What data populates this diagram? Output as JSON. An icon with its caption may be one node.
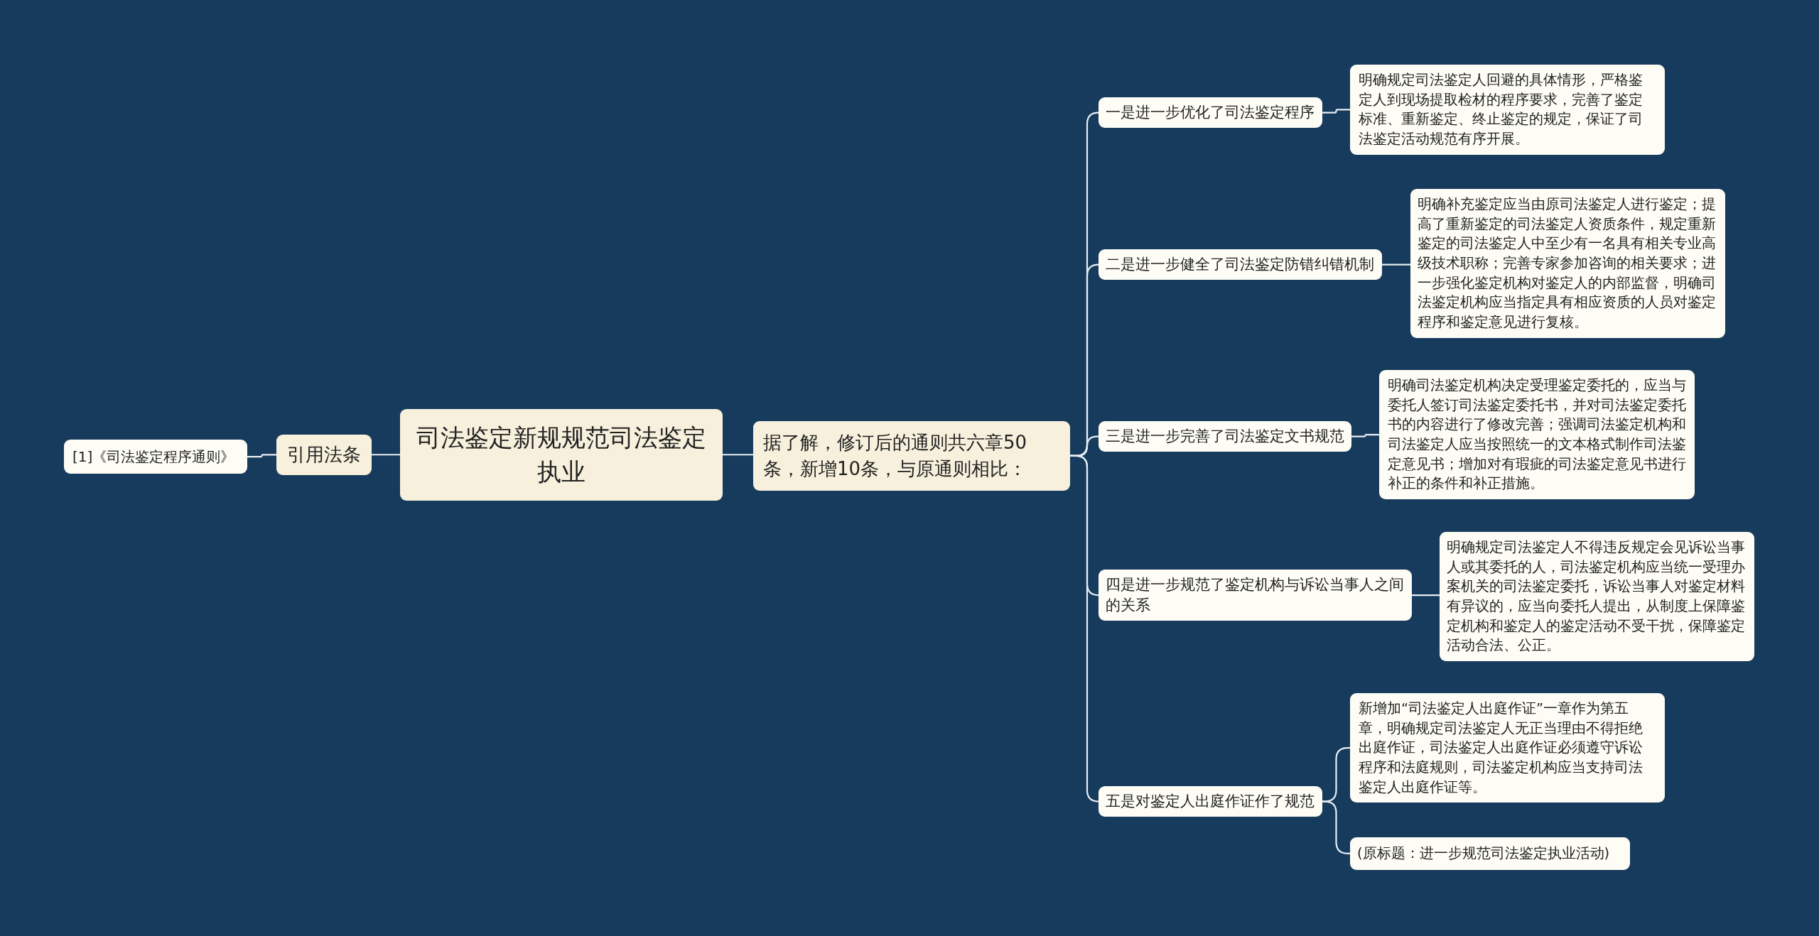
{
  "diagram": {
    "nodes": [
      {
        "text": [
          "[1]《司法鉴定程序通则》"
        ]
      },
      {
        "text": [
          "引用法条"
        ]
      },
      {
        "text": [
          "司法鉴定新规规范司法鉴定执业"
        ]
      },
      {
        "text": [
          "据了解，修订后的通则共六章50条，新增10条，与原通则相比："
        ]
      },
      {
        "text": [
          "一是进一步优化了司法鉴定程序"
        ]
      },
      {
        "text": [
          "明确规定司法鉴定人回避的具体情形，严格鉴定人到现场提取检材的程序要求，完善了鉴定标准、重新鉴定、终止鉴定的规定，保证了司法鉴定活动规范有序开展。"
        ]
      },
      {
        "text": [
          "二是进一步健全了司法鉴定防错纠错机制"
        ]
      },
      {
        "text": [
          "明确补充鉴定应当由原司法鉴定人进行鉴定；提高了重新鉴定的司法鉴定人资质条件，规定重新鉴定的司法鉴定人中至少有一名具有相关专业高级技术职称；完善专家参加咨询的相关要求；进一步强化鉴定机构对鉴定人的内部监督，明确司法鉴定机构应当指定具有相应资质的人员对鉴定程序和鉴定意见进行复核。"
        ]
      },
      {
        "text": [
          "三是进一步完善了司法鉴定文书规范"
        ]
      },
      {
        "text": [
          "明确司法鉴定机构决定受理鉴定委托的，应当与委托人签订司法鉴定委托书，并对司法鉴定委托书的内容进行了修改完善；强调司法鉴定机构和司法鉴定人应当按照统一的文本格式制作司法鉴定意见书；增加对有瑕疵的司法鉴定意见书进行补正的条件和补正措施。"
        ]
      },
      {
        "text": [
          "四是进一步规范了鉴定机构与诉讼当事人之间的关系"
        ]
      },
      {
        "text": [
          "明确规定司法鉴定人不得违反规定会见诉讼当事人或其委托的人，司法鉴定机构应当统一受理办案机关的司法鉴定委托，诉讼当事人对鉴定材料有异议的，应当向委托人提出，从制度上保障鉴定机构和鉴定人的鉴定活动不受干扰，保障鉴定活动合法、公正。"
        ]
      },
      {
        "text": [
          "五是对鉴定人出庭作证作了规范"
        ]
      },
      {
        "text": [
          "新增加“司法鉴定人出庭作证”一章作为第五章，明确规定司法鉴定人无正当理由不得拒绝出庭作证，司法鉴定人出庭作证必须遵守诉讼程序和法庭规则，司法鉴定机构应当支持司法鉴定人出庭作证等。"
        ]
      },
      {
        "text": [
          "(原标题：进一步规范司法鉴定执业活动)"
        ]
      }
    ],
    "edges": [
      {
        "from": 2,
        "to": 1,
        "arrow": "none"
      },
      {
        "from": 1,
        "to": 0,
        "arrow": "none"
      },
      {
        "from": 2,
        "to": 3,
        "arrow": "none"
      },
      {
        "from": 3,
        "to": 4,
        "arrow": "none"
      },
      {
        "from": 3,
        "to": 6,
        "arrow": "none"
      },
      {
        "from": 3,
        "to": 8,
        "arrow": "none"
      },
      {
        "from": 3,
        "to": 10,
        "arrow": "none"
      },
      {
        "from": 3,
        "to": 12,
        "arrow": "none"
      },
      {
        "from": 4,
        "to": 5,
        "arrow": "none"
      },
      {
        "from": 6,
        "to": 7,
        "arrow": "none"
      },
      {
        "from": 8,
        "to": 9,
        "arrow": "none"
      },
      {
        "from": 10,
        "to": 11,
        "arrow": "none"
      },
      {
        "from": 12,
        "to": 13,
        "arrow": "none"
      },
      {
        "from": 12,
        "to": 14,
        "arrow": "none"
      }
    ]
  }
}
